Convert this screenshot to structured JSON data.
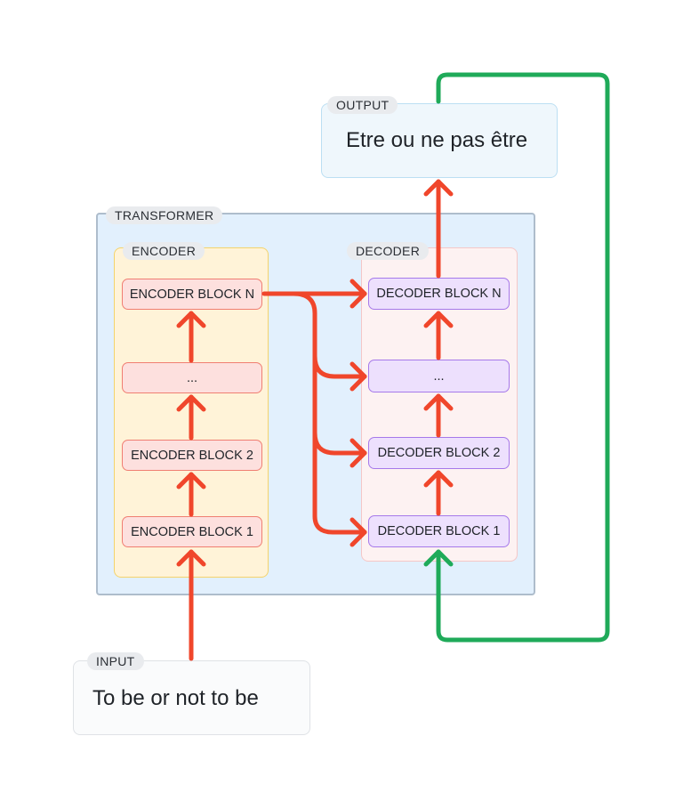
{
  "output": {
    "tag": "OUTPUT",
    "text": "Etre ou ne pas être"
  },
  "transformer": {
    "tag": "TRANSFORMER"
  },
  "encoder": {
    "tag": "ENCODER",
    "blocks": [
      "ENCODER BLOCK N",
      "...",
      "ENCODER BLOCK 2",
      "ENCODER BLOCK 1"
    ]
  },
  "decoder": {
    "tag": "DECODER",
    "blocks": [
      "DECODER BLOCK N",
      "...",
      "DECODER BLOCK 2",
      "DECODER BLOCK 1"
    ]
  },
  "input": {
    "tag": "INPUT",
    "text": "To be or not to be"
  },
  "colors": {
    "flow_arrow": "#f0462b",
    "feedback_arrow": "#1faa59",
    "transformer_bg": "#e2f0fd",
    "encoder_bg": "#fff3d8",
    "decoder_bg": "#fdf2f2",
    "encoder_block": "#fde0de",
    "decoder_block": "#ede0fd"
  }
}
